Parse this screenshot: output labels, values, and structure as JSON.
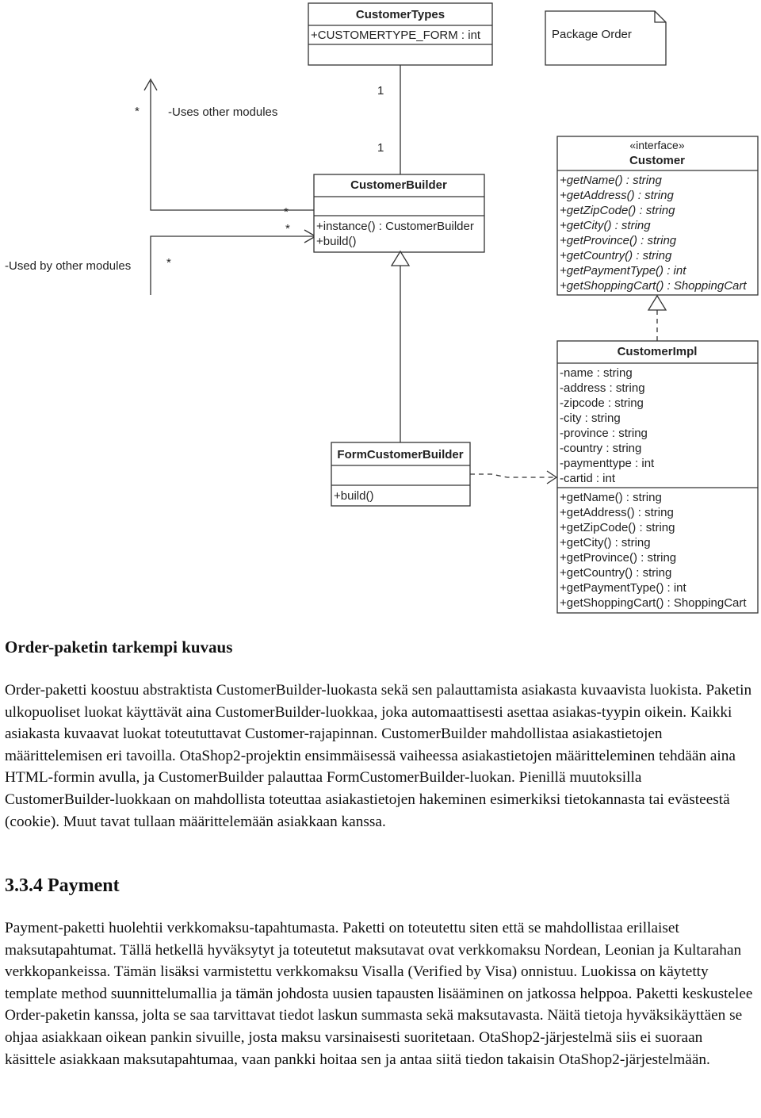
{
  "diagram": {
    "package_note": "Package Order",
    "customer_types": {
      "name": "CustomerTypes",
      "attributes": [
        "+CUSTOMERTYPE_FORM : int"
      ]
    },
    "customer_builder": {
      "name": "CustomerBuilder",
      "methods": [
        "+instance() : CustomerBuilder",
        "+build()"
      ]
    },
    "customer_interface": {
      "stereotype": "«interface»",
      "name": "Customer",
      "methods": [
        "+getName() : string",
        "+getAddress() : string",
        "+getZipCode() : string",
        "+getCity() : string",
        "+getProvince() : string",
        "+getCountry() : string",
        "+getPaymentType() : int",
        "+getShoppingCart() : ShoppingCart"
      ]
    },
    "customer_impl": {
      "name": "CustomerImpl",
      "attributes": [
        "-name : string",
        "-address : string",
        "-zipcode : string",
        "-city : string",
        "-province : string",
        "-country : string",
        "-paymenttype : int",
        "-cartid : int"
      ],
      "methods": [
        "+getName() : string",
        "+getAddress() : string",
        "+getZipCode() : string",
        "+getCity() : string",
        "+getProvince() : string",
        "+getCountry() : string",
        "+getPaymentType() : int",
        "+getShoppingCart() : ShoppingCart"
      ]
    },
    "form_customer_builder": {
      "name": "FormCustomerBuilder",
      "methods": [
        "+build()"
      ]
    },
    "labels": {
      "uses_other_modules": "-Uses other modules",
      "used_by_other_modules": "-Used by other modules",
      "mult_one_top": "1",
      "mult_one_bottom": "1",
      "star_uses": "*",
      "star_used": "*",
      "star_builder_1": "*",
      "star_builder_2": "*"
    }
  },
  "text": {
    "order_heading": "Order-paketin tarkempi kuvaus",
    "order_paragraph": "Order-paketti koostuu abstraktista CustomerBuilder-luokasta sekä sen palauttamista asiakasta kuvaavista luokista. Paketin ulkopuoliset luokat käyttävät aina CustomerBuilder-luokkaa, joka automaattisesti asettaa asiakas-tyypin oikein. Kaikki asiakasta kuvaavat luokat toteututtavat Customer-rajapinnan. CustomerBuilder mahdollistaa asiakastietojen määrittelemisen eri tavoilla. OtaShop2-projektin ensimmäisessä vaiheessa asiakastietojen määritteleminen tehdään aina HTML-formin avulla, ja CustomerBuilder palauttaa FormCustomerBuilder-luokan. Pienillä muutoksilla CustomerBuilder-luokkaan on mahdollista toteuttaa asiakastietojen hakeminen esimerkiksi tietokannasta tai evästeestä (cookie). Muut tavat tullaan määrittelemään asiakkaan kanssa.",
    "payment_heading": "3.3.4 Payment",
    "payment_paragraph": "Payment-paketti huolehtii verkkomaksu-tapahtumasta. Paketti on toteutettu siten että se mahdollistaa erillaiset maksutapahtumat. Tällä hetkellä hyväksytyt ja toteutetut maksutavat ovat verkkomaksu Nordean, Leonian ja Kultarahan verkkopankeissa. Tämän lisäksi varmistettu verkkomaksu Visalla (Verified by Visa) onnistuu. Luokissa on käytetty template method suunnittelumallia ja tämän johdosta uusien tapausten lisääminen on jatkossa helppoa. Paketti keskustelee Order-paketin kanssa, jolta se saa tarvittavat tiedot laskun summasta sekä maksutavasta. Näitä tietoja hyväksikäyttäen se ohjaa asiakkaan oikean pankin sivuille, josta maksu varsinaisesti suoritetaan. OtaShop2-järjestelmä siis ei suoraan käsittele asiakkaan maksutapahtumaa, vaan pankki hoitaa sen ja antaa siitä tiedon takaisin OtaShop2-järjestelmään."
  }
}
